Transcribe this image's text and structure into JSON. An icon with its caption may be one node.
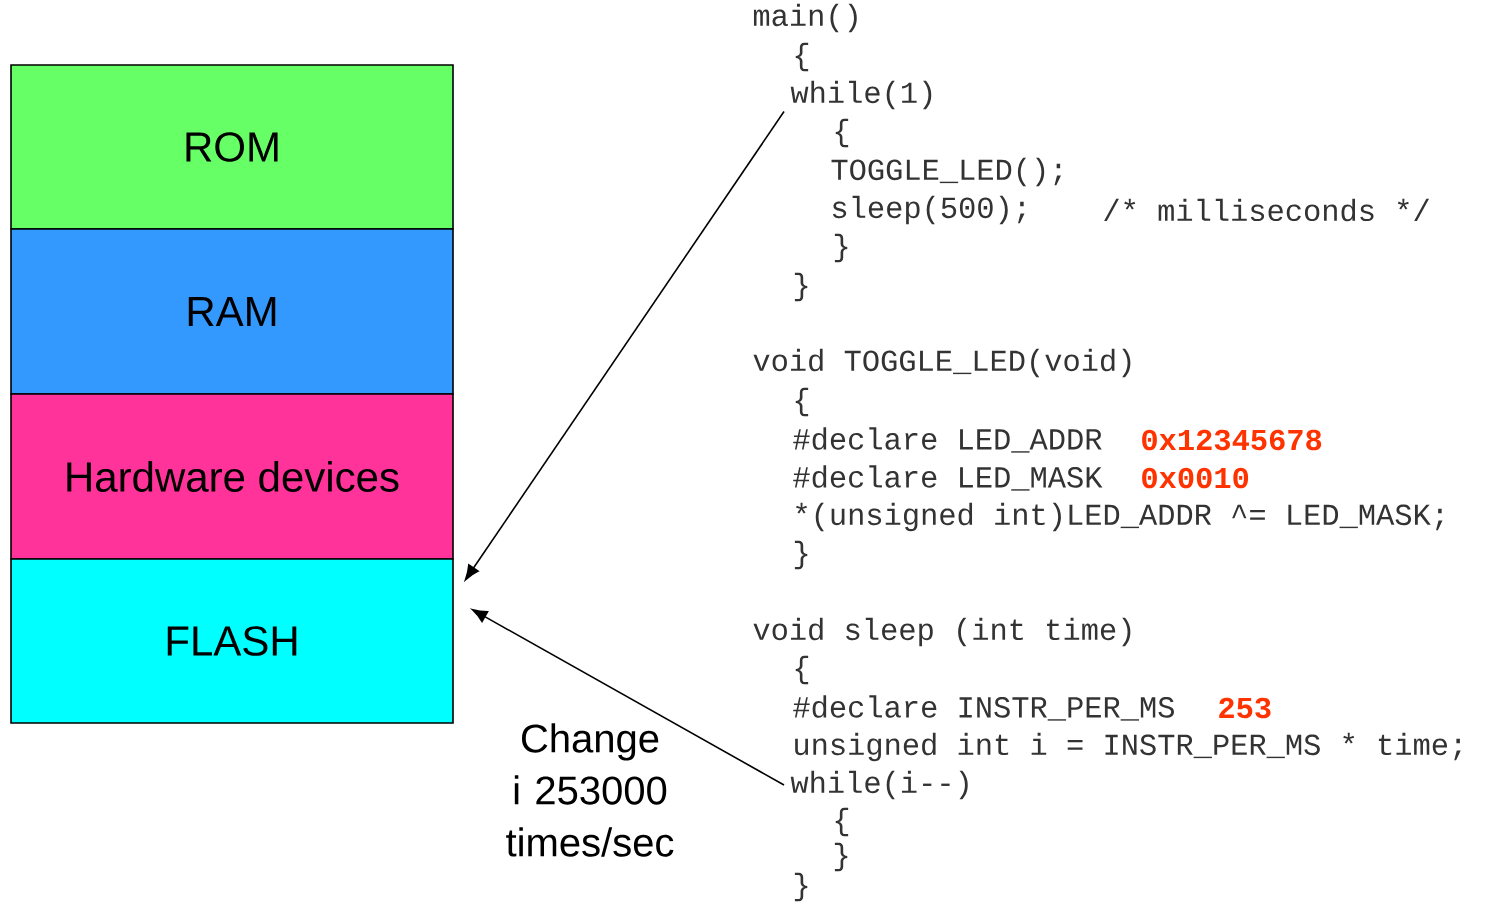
{
  "diagram": {
    "nodes": [
      {
        "text": [
          "ROM"
        ]
      },
      {
        "text": [
          "RAM"
        ]
      },
      {
        "text": [
          "Hardware devices"
        ]
      },
      {
        "text": [
          "FLASH"
        ]
      },
      {
        "text": [
          "while(1)"
        ]
      },
      {
        "text": [
          "while(i--)"
        ]
      }
    ],
    "edges": [
      {
        "from": 4,
        "to": 3,
        "arrow": "to"
      },
      {
        "from": 5,
        "to": 3,
        "arrow": "to"
      }
    ],
    "labels": [
      "main()",
      "{",
      "{",
      "TOGGLE_LED();",
      "sleep(500);",
      "/* milliseconds */",
      "}",
      "}",
      "void TOGGLE_LED(void)",
      "{",
      "#declare LED_ADDR",
      "0x12345678",
      "#declare LED_MASK",
      "0x0010",
      "*(unsigned int)LED_ADDR ^= LED_MASK;",
      "}",
      "void sleep (int time)",
      "{",
      "#declare INSTR_PER_MS",
      "253",
      "unsigned int i = INSTR_PER_MS * time;",
      "Change i 253000 times/sec",
      "{",
      "}",
      "}"
    ]
  }
}
